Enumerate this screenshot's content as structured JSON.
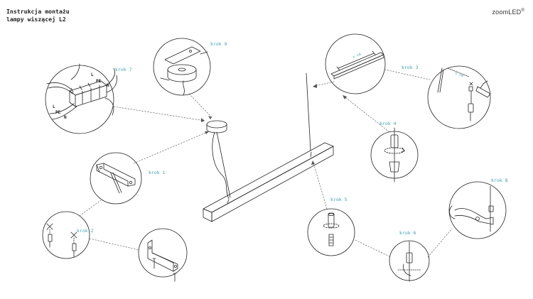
{
  "title": {
    "line1": "Instrukcja montażu",
    "line2": "lampy wiszącej L2"
  },
  "brand": {
    "name": "zoomLED",
    "mark": "®"
  },
  "colors": {
    "step_label": "#3aa6b5",
    "line": "#222222",
    "leader": "#555555"
  },
  "steps": {
    "s1": "krok 1",
    "s2": "krok 2",
    "s3": "krok 3",
    "s4": "krok 4",
    "s5": "krok 5",
    "s6": "krok 6",
    "s7": "krok 7",
    "s8": "krok 8",
    "s9": "krok 9"
  },
  "wiring": {
    "l_top": "L",
    "pe_top": "PE",
    "n_top": "N",
    "l_bot": "L",
    "pe_bot": "PE",
    "n_bot": "N"
  },
  "dimension": {
    "len1": "x cm",
    "len2": "x cm"
  }
}
